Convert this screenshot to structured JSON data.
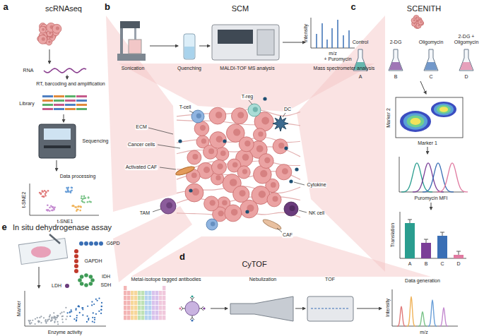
{
  "diagram": {
    "nodes": [
      {
        "text": [
          "scRNAseq"
        ]
      },
      {
        "text": [
          "SCM"
        ]
      },
      {
        "text": [
          "SCENITH"
        ]
      },
      {
        "text": [
          "CyTOF"
        ]
      },
      {
        "text": [
          "In situ dehydrogenase assay"
        ]
      }
    ],
    "labels": [
      "a",
      "RNA",
      "RT, barcoding and amplification",
      "Library",
      "Sequencing",
      "Data processing",
      "t-SNE2",
      "t-SNE1",
      "b",
      "Sonication",
      "Quenching",
      "MALDI-TOF MS analysis",
      "Intensity",
      "m/z",
      "Mass spectrometer analysis",
      "c",
      "Control",
      "2-DG",
      "Oligomycin",
      "2-DG + Oligomycin",
      "+ Puromycin",
      "A",
      "B",
      "C",
      "D",
      "Marker 2",
      "Marker 1",
      "Puromycin MFI",
      "Translation",
      "A",
      "B",
      "C",
      "D",
      "T-reg",
      "T-cell",
      "DC",
      "ECM",
      "Cancer cells",
      "Activated CAF",
      "Cytokine",
      "NK cell",
      "TAM",
      "CAF",
      "d",
      "Metal-isotope tagged antibodies",
      "Nebulization",
      "TOF",
      "Data generation",
      "Intensity",
      "m/z",
      "e",
      "G6PD",
      "GAPDH",
      "IDH",
      "SDH",
      "LDH",
      "Marker",
      "Enzyme activity"
    ]
  }
}
